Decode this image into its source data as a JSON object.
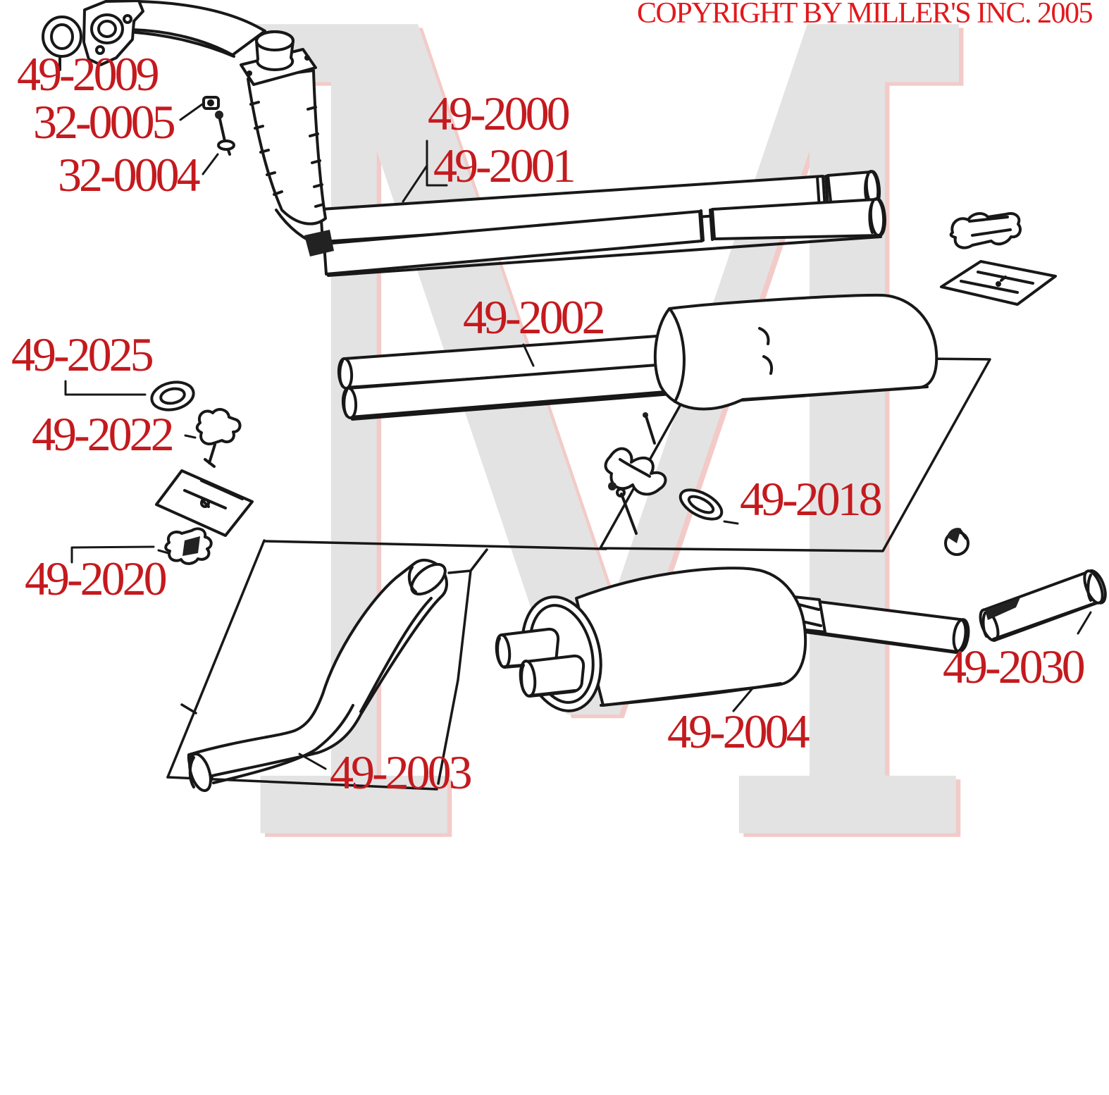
{
  "copyright": "COPYRIGHT BY MILLER'S INC. 2005",
  "watermark_letter": "M",
  "colors": {
    "label_red": "#c41a1e",
    "copyright_red": "#e2191c",
    "ink": "#181818",
    "watermark_gray": "#e3e3e4",
    "watermark_pink": "#f2cbc8"
  },
  "parts": [
    {
      "label": "49-2009"
    },
    {
      "label": "32-0005"
    },
    {
      "label": "32-0004"
    },
    {
      "label": "49-2000"
    },
    {
      "label": "49-2001"
    },
    {
      "label": "49-2002"
    },
    {
      "label": "49-2025"
    },
    {
      "label": "49-2022"
    },
    {
      "label": "49-2018"
    },
    {
      "label": "49-2020"
    },
    {
      "label": "49-2003"
    },
    {
      "label": "49-2004"
    },
    {
      "label": "49-2030"
    }
  ]
}
